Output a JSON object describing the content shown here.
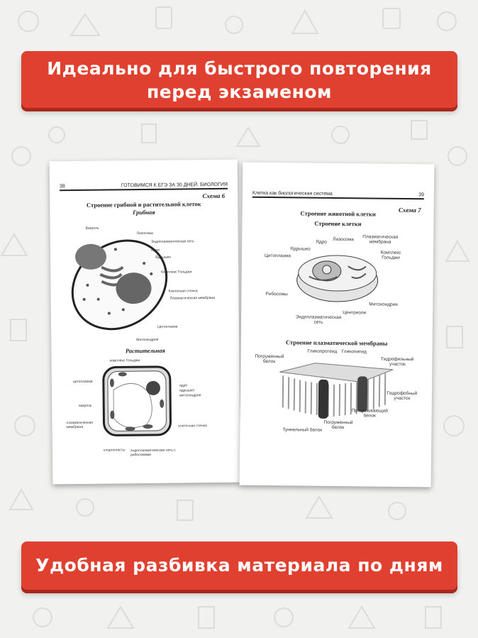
{
  "banner_top": {
    "line1": "Идеально для быстрого повторения",
    "line2": "перед экзаменом"
  },
  "banner_bottom": {
    "text": "Удобная разбивка материала по дням"
  },
  "colors": {
    "banner": "#e0402f",
    "background": "#f1f1ef"
  },
  "left_page": {
    "page_number": "38",
    "running_header": "ГОТОВИМСЯ К ЕГЭ ЗА 30 ДНЕЙ. БИОЛОГИЯ",
    "schema": "Схема 6",
    "title": "Строение грибной и растительной клеток",
    "fungal_subtitle": "Грибная",
    "fungal_labels": [
      "Вакуоль",
      "Лизосомы",
      "Эндоплазматическая сеть",
      "Ядро",
      "Ядрышко",
      "Комплекс Гольджи",
      "Клеточная стенка",
      "Плазматическая мембрана",
      "Цитоплазма",
      "Митохондрия"
    ],
    "plant_subtitle": "Растительная",
    "plant_labels": [
      "комплекс Гольджи",
      "цитоплазма",
      "вакуоль",
      "плазматическая мембрана",
      "хлоропласты",
      "ядро",
      "ядрышко",
      "митохондрия",
      "клеточная стенка",
      "эндоплазматическая сеть с рибосомами"
    ]
  },
  "right_page": {
    "page_number": "39",
    "running_header": "Клетка как биологическая система",
    "schema": "Схема 7",
    "title": "Строение животной клетки",
    "subtitle": "Строение клетки",
    "cell_labels": [
      "Ядрышко",
      "Ядро",
      "Лизосома",
      "Плазматическая мембрана",
      "Цитоплазма",
      "Комплекс Гольджи",
      "Рибосомы",
      "Митохондрия",
      "Центриоли",
      "Эндоплазматическая сеть"
    ],
    "membrane_title": "Строение плазматической мембраны",
    "membrane_labels": [
      "Погруженный белок",
      "Гликопротеид",
      "Гликолипид",
      "Гидрофильный участок",
      "Гидрофобный участок",
      "Пронизывающий белок",
      "Туннельный белок",
      "Погруженный белок"
    ]
  }
}
